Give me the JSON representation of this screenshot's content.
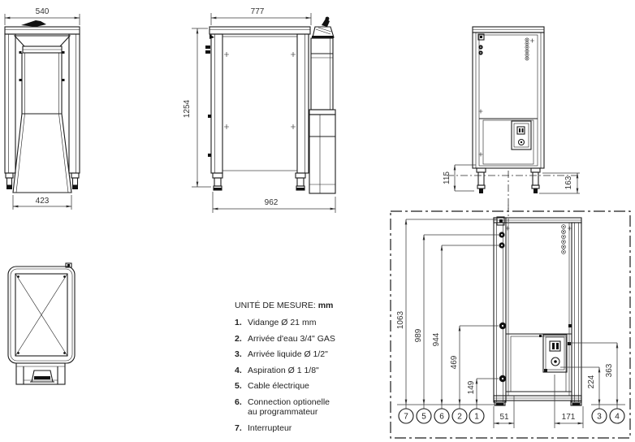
{
  "legend": {
    "title": "UNITÉ DE MESURE:",
    "unit": "mm",
    "items": [
      {
        "n": "1.",
        "t": "Vidange Ø 21 mm"
      },
      {
        "n": "2.",
        "t": "Arrivée d'eau 3/4\" GAS"
      },
      {
        "n": "3.",
        "t": "Arrivée liquide Ø 1/2\""
      },
      {
        "n": "4.",
        "t": "Aspiration Ø 1 1/8\""
      },
      {
        "n": "5.",
        "t": "Cable électrique"
      },
      {
        "n": "6.",
        "t": "Connection optionelle",
        "t2": "au programmateur"
      },
      {
        "n": "7.",
        "t": "Interrupteur"
      }
    ]
  },
  "front_view": {
    "width_top": "540",
    "width_bottom": "423"
  },
  "side_view": {
    "depth_top": "777",
    "height": "1254",
    "depth_bottom": "962"
  },
  "rear_view": {
    "leg_height": "115",
    "foot_height": "163"
  },
  "detail_view": {
    "height_total": "1063",
    "height_cable": "989",
    "height_programmer": "944",
    "height_water_inlet": "469",
    "height_drain": "149",
    "height_liquid_inlet": "224",
    "height_suction": "363",
    "offset_drain": "51",
    "feet_spacing": "171",
    "callouts": [
      "7",
      "5",
      "6",
      "2",
      "1",
      "3",
      "4"
    ]
  }
}
